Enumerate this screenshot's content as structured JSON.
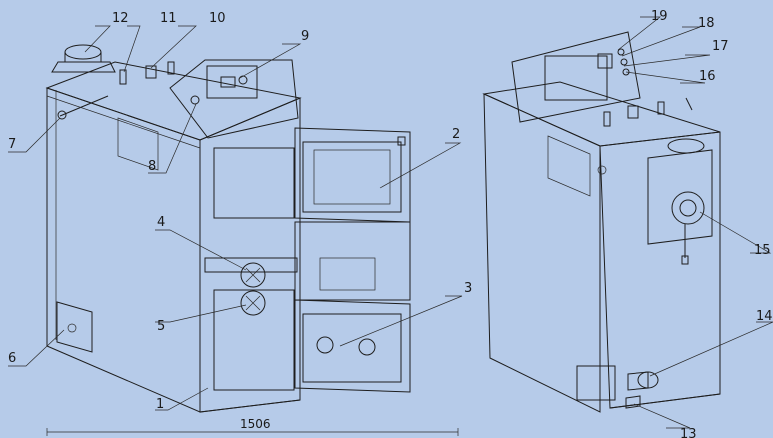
{
  "callouts": [
    "1",
    "2",
    "3",
    "4",
    "5",
    "6",
    "7",
    "8",
    "9",
    "10",
    "11",
    "12",
    "13",
    "14",
    "15",
    "16",
    "17",
    "18",
    "19"
  ],
  "dimension": "1506"
}
